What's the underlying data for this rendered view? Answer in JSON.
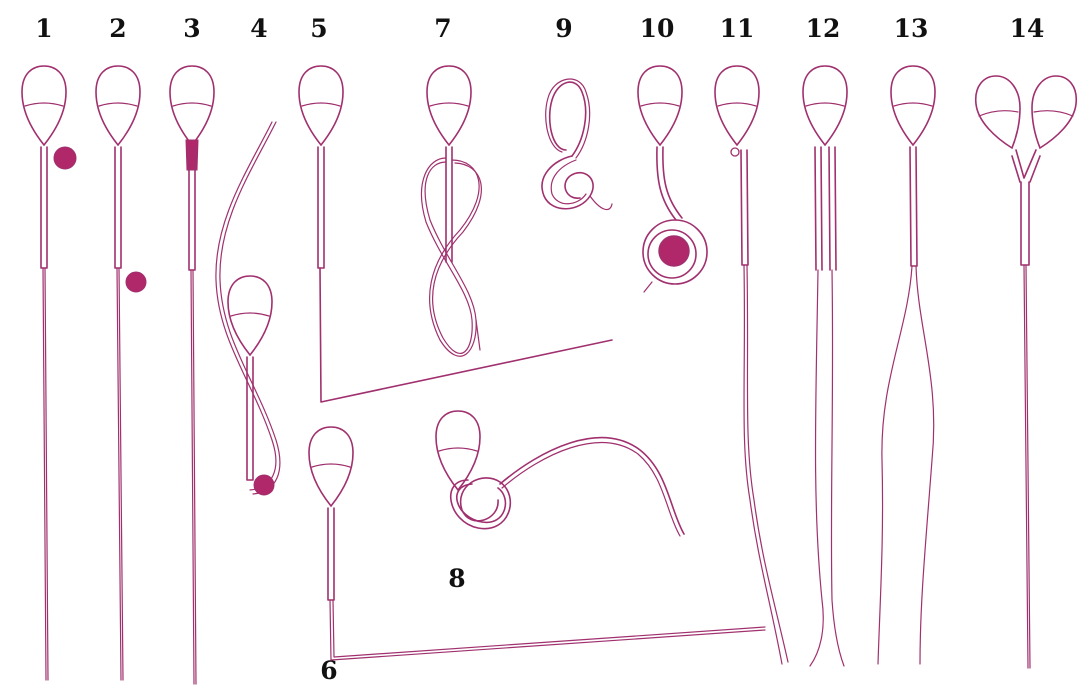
{
  "colors": {
    "ink": "#a0306e",
    "blob": "#b0286a",
    "label": "#111111"
  },
  "labels": {
    "n1": "1",
    "n2": "2",
    "n3": "3",
    "n4": "4",
    "n5": "5",
    "n6": "6",
    "n7": "7",
    "n8": "8",
    "n9": "9",
    "n10": "10",
    "n11": "11",
    "n12": "12",
    "n13": "13",
    "n14": "14"
  }
}
